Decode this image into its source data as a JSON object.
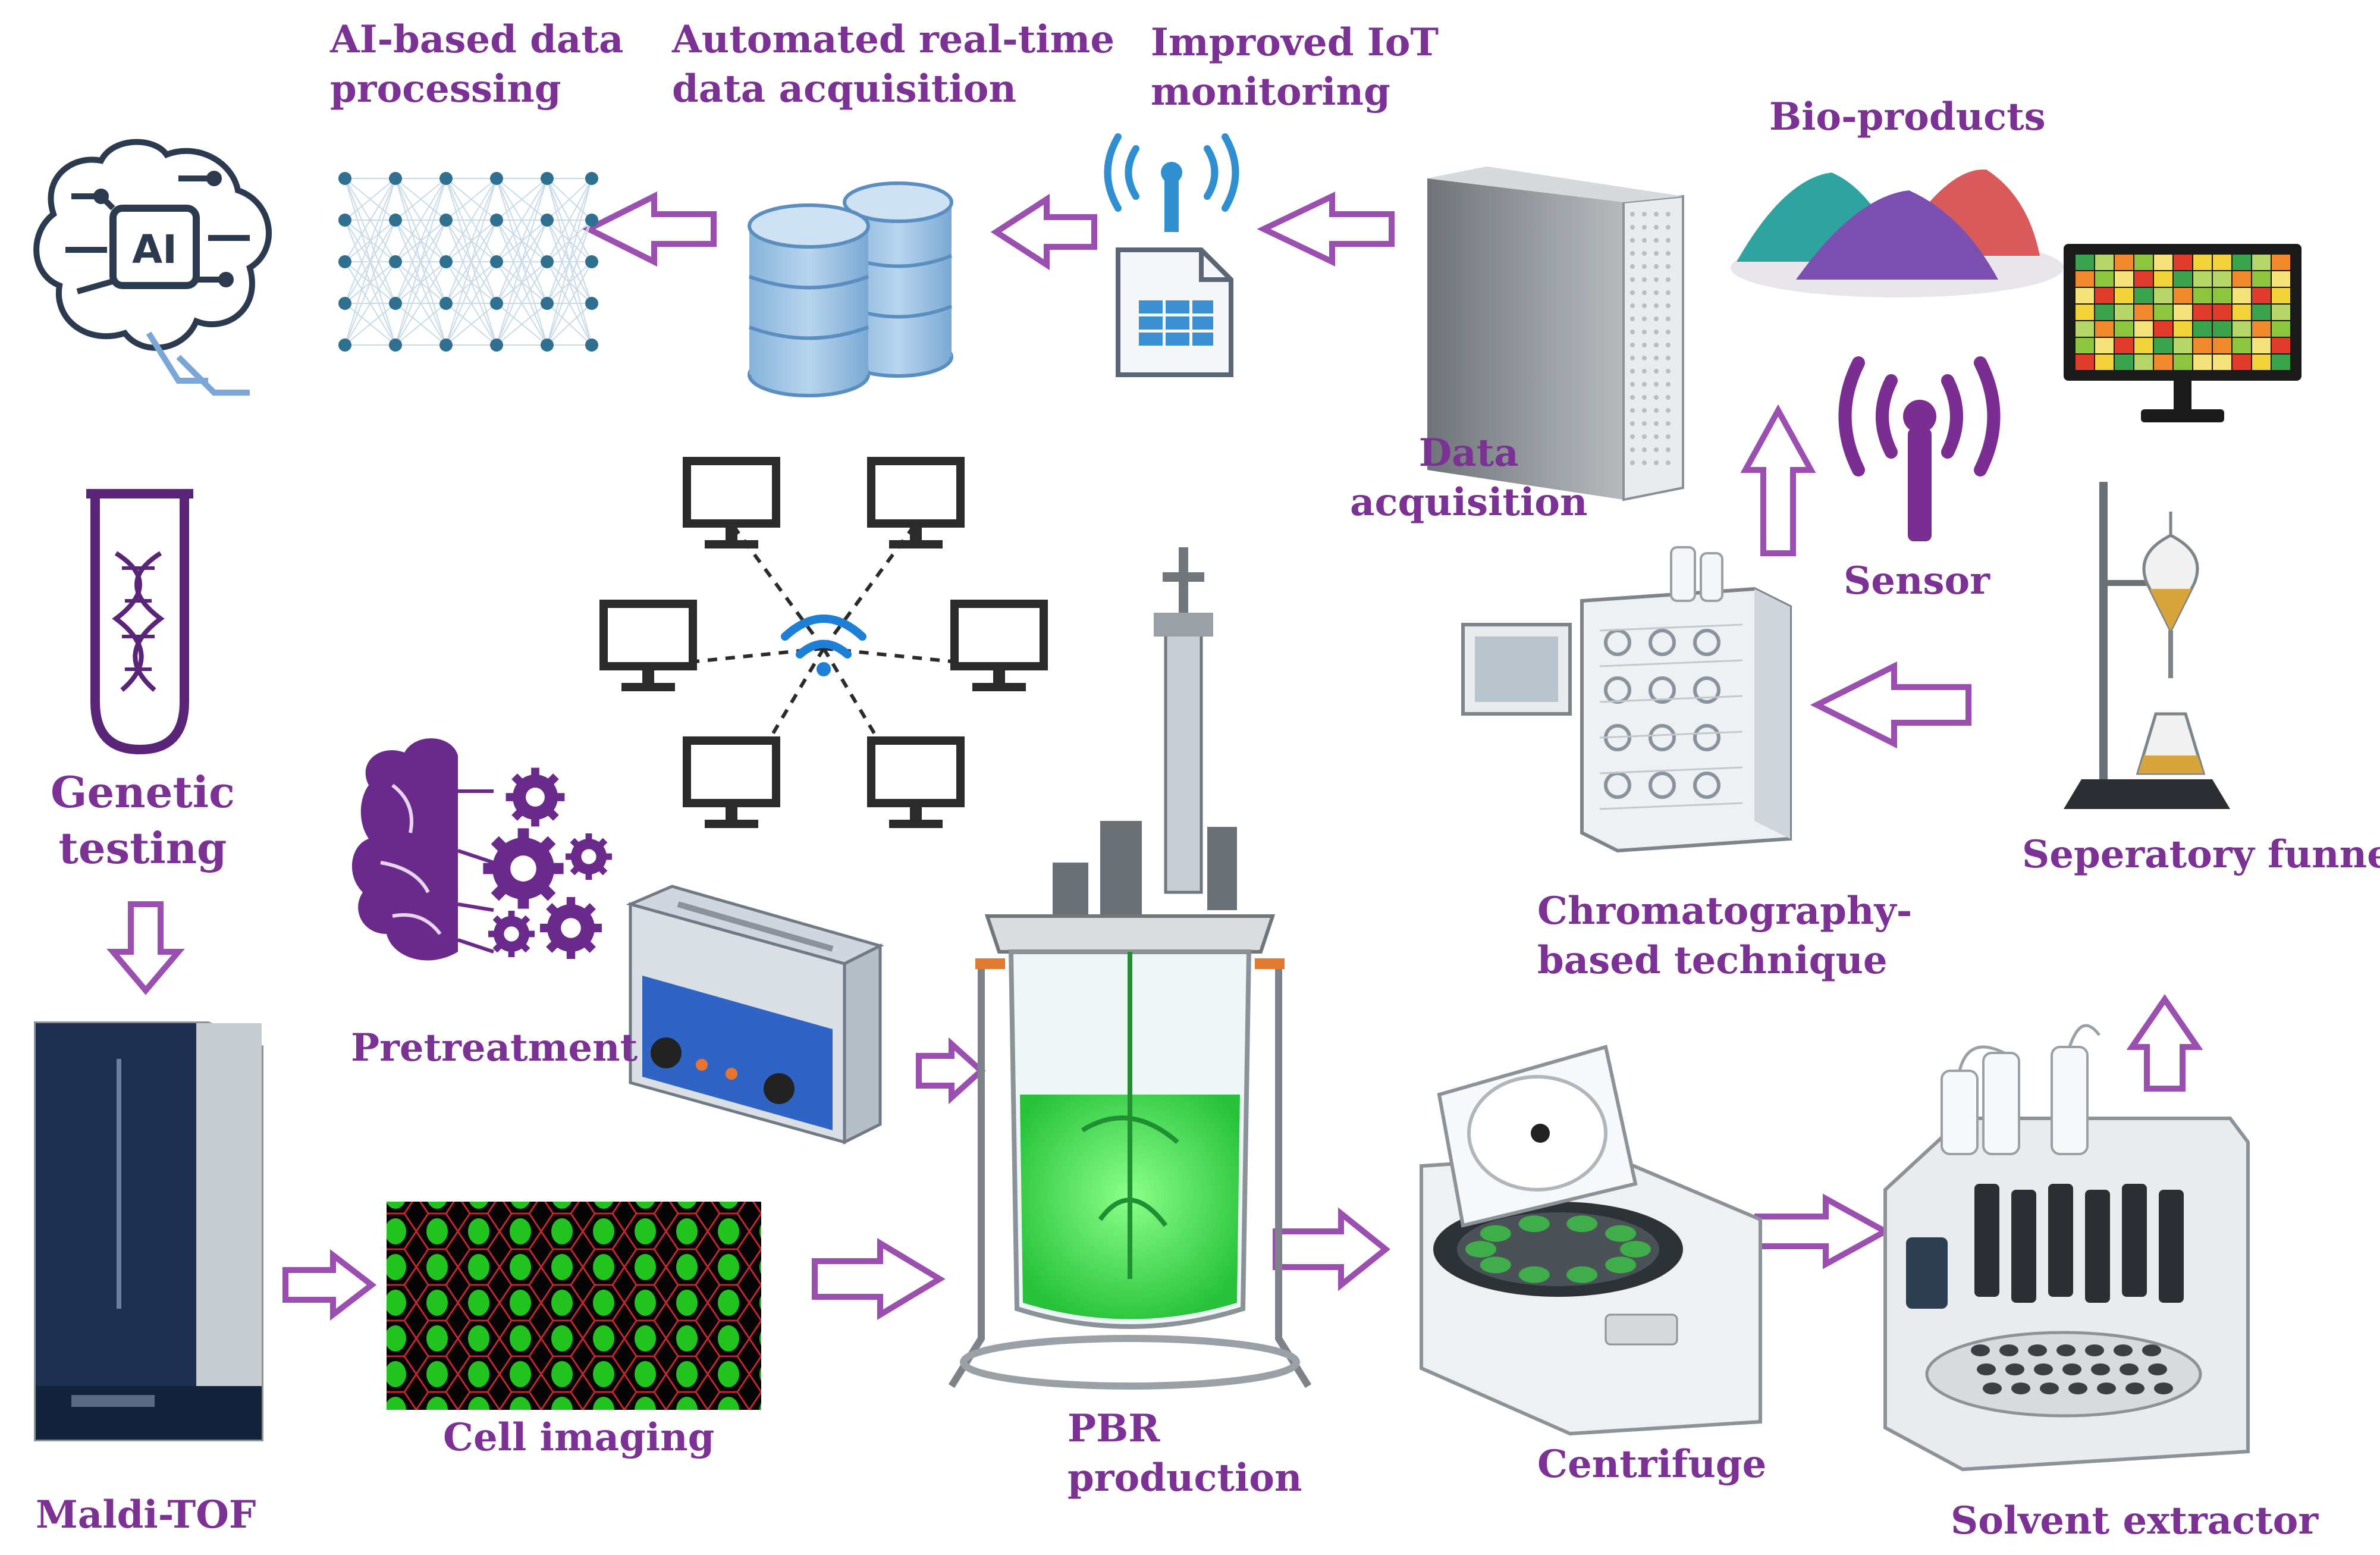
{
  "labels": {
    "ai_processing": [
      "AI-based data",
      "processing"
    ],
    "automated_acquisition": [
      "Automated real-time",
      "data acquisition"
    ],
    "iot_monitoring": [
      "Improved IoT",
      "monitoring"
    ],
    "bio_products": "Bio-products",
    "data_acquisition": [
      "Data",
      "acquisition"
    ],
    "sensor": "Sensor",
    "genetic_testing": [
      "Genetic",
      "testing"
    ],
    "separatory_funnel": "Seperatory funnel",
    "chromatography": [
      "Chromatography-",
      "based technique"
    ],
    "pretreatment": "Pretreatment",
    "cell_imaging": "Cell imaging",
    "pbr_production": [
      "PBR",
      "production"
    ],
    "centrifuge": "Centrifuge",
    "maldi_tof": "Maldi-TOF",
    "solvent_extractor": "Solvent extractor",
    "ai_chip_text": "AI"
  },
  "colors": {
    "label": "#7b3294",
    "arrow": "#9b4fb0",
    "db": "#9ec4e4",
    "network_icon": "#2a6eb6",
    "brain_circuit": "#2b3a4f",
    "bioreactor_liquid": "#3be04a",
    "cell_fill": "#22c21f",
    "cell_border": "#c0272d",
    "maldi_body": "#1c2f4f",
    "bath_panel": "#2f63c4",
    "sensor_purple": "#7a2e91"
  },
  "icons": [
    "ai-brain-icon",
    "neural-network-icon",
    "database-icon",
    "iot-antenna-icon",
    "spreadsheet-icon",
    "server-icon",
    "powder-piles-icon",
    "heatmap-monitor-icon",
    "wireless-sensor-icon",
    "dna-tube-icon",
    "computer-network-icon",
    "wifi-icon",
    "brain-gears-icon",
    "ultrasonic-bath-icon",
    "bioreactor-icon",
    "chromatography-icon",
    "separatory-funnel-icon",
    "maldi-tof-icon",
    "cell-image-icon",
    "centrifuge-icon",
    "solvent-extractor-icon"
  ]
}
